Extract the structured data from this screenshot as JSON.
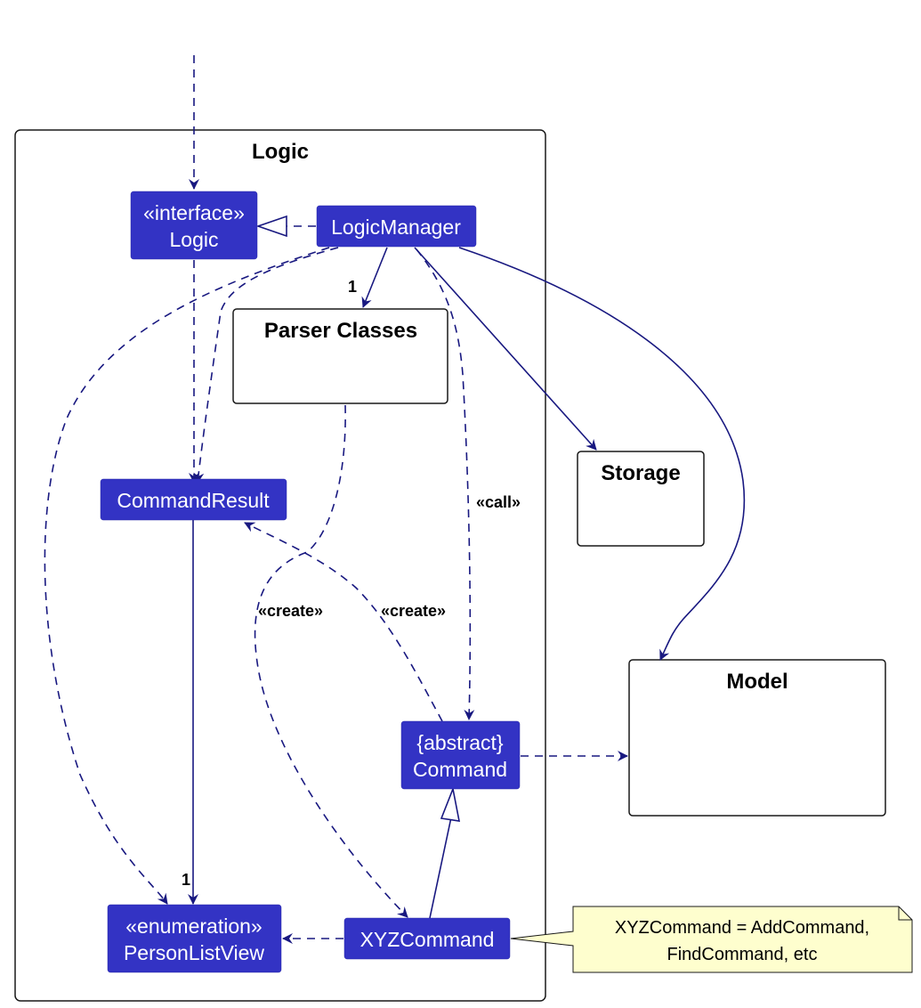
{
  "diagram": {
    "type": "UML class diagram",
    "package": {
      "name": "Logic"
    },
    "classes": {
      "logic": {
        "stereotype": "«interface»",
        "name": "Logic"
      },
      "logic_manager": {
        "name": "LogicManager"
      },
      "command_result": {
        "name": "CommandResult"
      },
      "command": {
        "stereotype": "{abstract}",
        "name": "Command"
      },
      "xyz_command": {
        "name": "XYZCommand"
      },
      "person_list_view": {
        "stereotype": "«enumeration»",
        "name": "PersonListView"
      }
    },
    "groups": {
      "parser_classes": {
        "name": "Parser Classes"
      },
      "storage": {
        "name": "Storage"
      },
      "model": {
        "name": "Model"
      }
    },
    "edge_labels": {
      "parser_multiplicity": "1",
      "personlistview_multiplicity": "1",
      "call": "«call»",
      "create_parser": "«create»",
      "create_command": "«create»"
    },
    "note": {
      "line1": "XYZCommand = AddCommand,",
      "line2": "FindCommand, etc"
    },
    "colors": {
      "class_fill": "#3333c4",
      "edge": "#181880",
      "note_fill": "#fefece"
    }
  }
}
